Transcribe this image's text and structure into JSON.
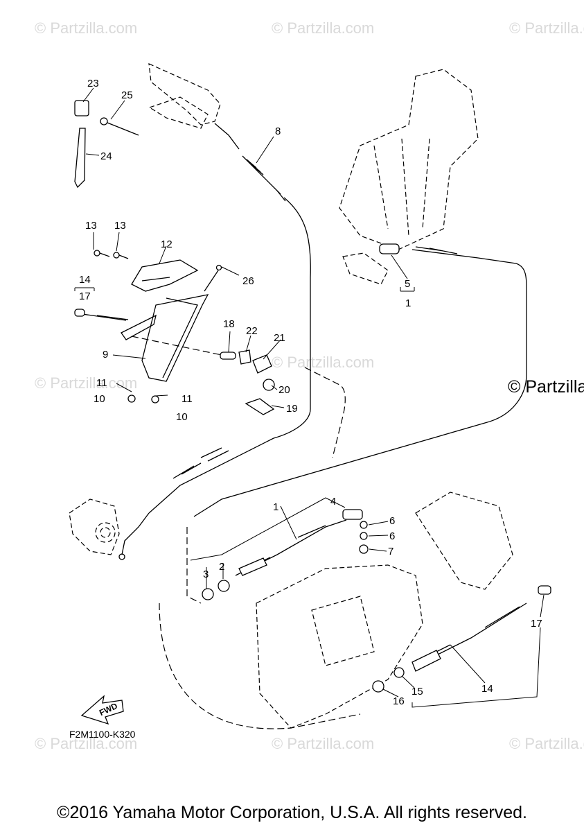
{
  "watermark": "© Partzilla.com",
  "watermark_large": "© Partzilla",
  "diagram_code": "F2M1100-K320",
  "fwd_label": "FWD",
  "copyright": "©2016 Yamaha Motor Corporation, U.S.A. All rights reserved.",
  "callouts": {
    "c1a": "1",
    "c1b": "1",
    "c2": "2",
    "c3": "3",
    "c4": "4",
    "c5": "5",
    "c6a": "6",
    "c6b": "6",
    "c7": "7",
    "c8": "8",
    "c9": "9",
    "c10a": "10",
    "c10b": "10",
    "c11a": "11",
    "c11b": "11",
    "c12": "12",
    "c13a": "13",
    "c13b": "13",
    "c14a": "14",
    "c14b": "14",
    "c15": "15",
    "c16": "16",
    "c17a": "17",
    "c17b": "17",
    "c18": "18",
    "c19": "19",
    "c20": "20",
    "c21": "21",
    "c22": "22",
    "c23": "23",
    "c24": "24",
    "c25": "25",
    "c26": "26"
  }
}
